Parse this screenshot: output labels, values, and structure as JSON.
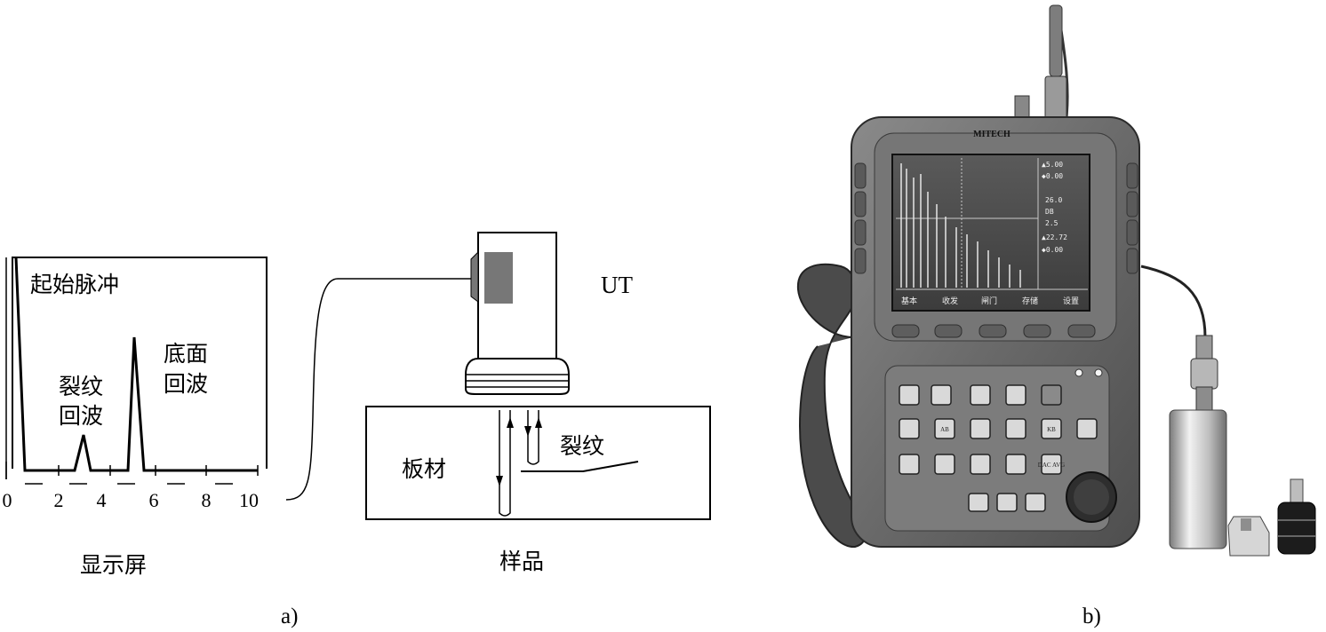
{
  "panel_a": {
    "caption": "a)",
    "screen": {
      "caption": "显示屏",
      "initial_pulse_label": "起始脉冲",
      "crack_echo_label": [
        "裂纹",
        "回波"
      ],
      "bottom_echo_label": [
        "底面",
        "回波"
      ],
      "axis_ticks": [
        "0",
        "2",
        "4",
        "6",
        "8",
        "10"
      ]
    },
    "probe_label": "UT",
    "sample": {
      "caption": "样品",
      "plate_label": "板材",
      "crack_label": "裂纹"
    }
  },
  "panel_b": {
    "caption": "b)",
    "device": {
      "brand": "MITECH",
      "readouts": [
        "▲5.00",
        "◆0.00",
        "26.0",
        "DB",
        "2.5",
        "▲22.72",
        "◆0.00"
      ],
      "softkeys": [
        "基本",
        "收发",
        "闸门",
        "存储",
        "设置"
      ],
      "key_labels": [
        "",
        "",
        "",
        "",
        "",
        "",
        "AB",
        "",
        "",
        "KB",
        "",
        "",
        "",
        "",
        "",
        "DAC AVG"
      ]
    }
  }
}
